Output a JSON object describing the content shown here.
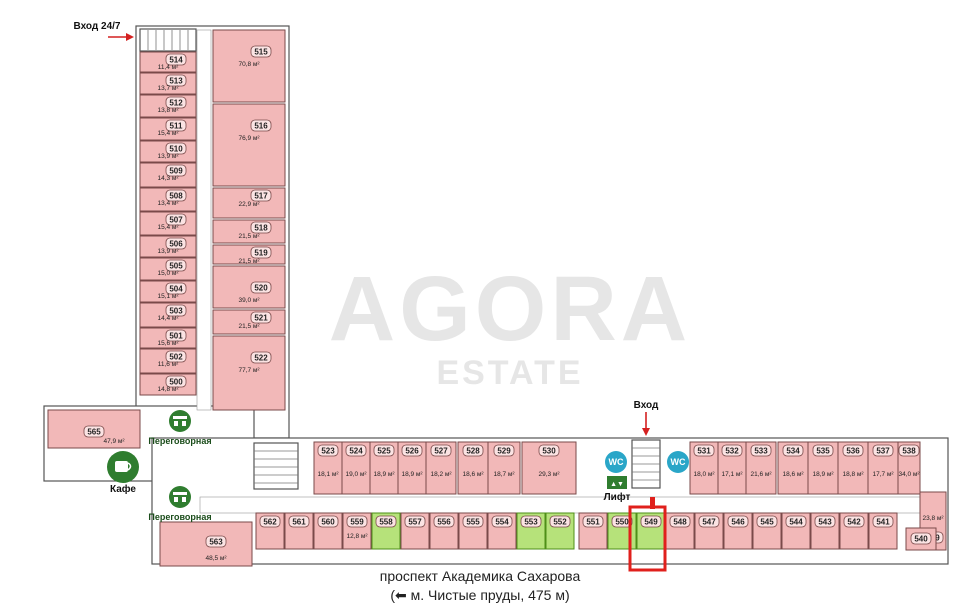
{
  "labels": {
    "entrance_24_7": "Вход 24/7",
    "entrance": "Вход",
    "meeting_room_1": "Переговорная",
    "meeting_room_2": "Переговорная",
    "cafe": "Кафе",
    "lift": "Лифт",
    "wc": "WC"
  },
  "watermark": {
    "line1": "AGORA",
    "line2": "ESTATE"
  },
  "street": {
    "line1": "проспект Академика Сахарова",
    "line2": "(⬅ м. Чистые пруды, 475 м)"
  },
  "colors": {
    "room": "#f2b8b8",
    "highlight_room": "#b6e27a",
    "marker": "#e0201c",
    "wc_circle": "#2aa6c8",
    "meeting_icon": "#2f7d2f"
  },
  "icons": [
    "arrow-icon",
    "meeting-icon",
    "coffee-cup-icon",
    "wc-icon",
    "lift-icon"
  ],
  "left_column_rooms": [
    {
      "num": "514",
      "area": "11,4 м²"
    },
    {
      "num": "513",
      "area": "13,7 м²"
    },
    {
      "num": "512",
      "area": "13,8 м²"
    },
    {
      "num": "511",
      "area": "15,4 м²"
    },
    {
      "num": "510",
      "area": "13,9 м²"
    },
    {
      "num": "509",
      "area": "14,3 м²"
    },
    {
      "num": "508",
      "area": "13,4 м²"
    },
    {
      "num": "507",
      "area": "15,4 м²"
    },
    {
      "num": "506",
      "area": "13,9 м²"
    },
    {
      "num": "505",
      "area": "15,0 м²"
    },
    {
      "num": "504",
      "area": "15,1 м²"
    },
    {
      "num": "503",
      "area": "14,4 м²"
    },
    {
      "num": "501",
      "area": "15,6 м²"
    },
    {
      "num": "502",
      "area": "11,6 м²"
    },
    {
      "num": "500",
      "area": "14,8 м²"
    }
  ],
  "right_column_rooms": [
    {
      "num": "515",
      "area": "70,8 м²"
    },
    {
      "num": "516",
      "area": "76,9 м²"
    },
    {
      "num": "517",
      "area": "22,9 м²"
    },
    {
      "num": "518",
      "area": "21,5 м²"
    },
    {
      "num": "519",
      "area": "21,5 м²"
    },
    {
      "num": "520",
      "area": "39,0 м²"
    },
    {
      "num": "521",
      "area": "21,5 м²"
    },
    {
      "num": "522",
      "area": "77,7 м²"
    }
  ],
  "west_rooms": [
    {
      "num": "565",
      "area": "47,9 м²"
    },
    {
      "num": "563",
      "area": "48,5 м²"
    }
  ],
  "north_row_rooms": [
    {
      "num": "523",
      "area": "18,1 м²"
    },
    {
      "num": "524",
      "area": "19,0 м²"
    },
    {
      "num": "525",
      "area": "18,9 м²"
    },
    {
      "num": "526",
      "area": "18,9 м²"
    },
    {
      "num": "527",
      "area": "18,2 м²"
    },
    {
      "num": "528",
      "area": "18,6 м²"
    },
    {
      "num": "529",
      "area": "18,7 м²"
    },
    {
      "num": "530",
      "area": "29,3 м²"
    },
    {
      "num": "531",
      "area": "18,0 м²"
    },
    {
      "num": "532",
      "area": "17,1 м²"
    },
    {
      "num": "533",
      "area": "21,6 м²"
    },
    {
      "num": "534",
      "area": "18,6 м²"
    },
    {
      "num": "535",
      "area": "18,9 м²"
    },
    {
      "num": "536",
      "area": "18,8 м²"
    },
    {
      "num": "537",
      "area": "17,7 м²"
    },
    {
      "num": "538",
      "area": "34,0 м²"
    },
    {
      "num": "539",
      "area": "23,8 м²"
    }
  ],
  "south_row_rooms": [
    {
      "num": "562",
      "highlighted": false
    },
    {
      "num": "561",
      "highlighted": false
    },
    {
      "num": "560",
      "highlighted": false
    },
    {
      "num": "559",
      "area": "12,8 м²",
      "highlighted": false
    },
    {
      "num": "558",
      "highlighted": true
    },
    {
      "num": "557",
      "highlighted": false
    },
    {
      "num": "556",
      "highlighted": false
    },
    {
      "num": "555",
      "highlighted": false
    },
    {
      "num": "554",
      "highlighted": false
    },
    {
      "num": "553",
      "highlighted": true
    },
    {
      "num": "552",
      "highlighted": true
    },
    {
      "num": "551",
      "highlighted": false
    },
    {
      "num": "550",
      "highlighted": true
    },
    {
      "num": "549",
      "highlighted": true
    },
    {
      "num": "548",
      "highlighted": false
    },
    {
      "num": "547",
      "highlighted": false
    },
    {
      "num": "546",
      "highlighted": false
    },
    {
      "num": "545",
      "highlighted": false
    },
    {
      "num": "544",
      "highlighted": false
    },
    {
      "num": "543",
      "highlighted": false
    },
    {
      "num": "542",
      "highlighted": false
    },
    {
      "num": "541",
      "highlighted": false
    },
    {
      "num": "540",
      "highlighted": false
    }
  ],
  "selected_room": "549"
}
